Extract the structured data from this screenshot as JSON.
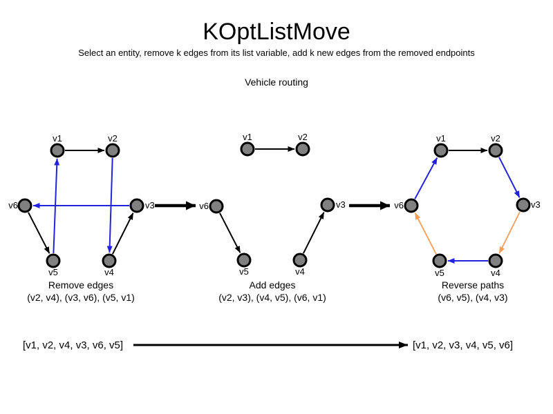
{
  "title": "KOptListMove",
  "subtitle": "Select an entity, remove k edges from its list variable, add k new edges from the removed endpoints",
  "problem_label": "Vehicle routing",
  "colors": {
    "node_fill": "#808080",
    "node_border": "#000000",
    "edge_kept": "#000000",
    "edge_changed_blue": "#2222dd",
    "edge_reversed_orange": "#f79e5a"
  },
  "graphs": [
    {
      "caption": "Remove edges",
      "edges_label": "(v2, v4), (v3, v6), (v5, v1)",
      "labels": [
        "v1",
        "v2",
        "v3",
        "v4",
        "v5",
        "v6"
      ],
      "edges": {
        "kept_black": [
          "v1-v2",
          "v6-v5",
          "v4-v3"
        ],
        "removed_blue": [
          "v2-v4",
          "v3-v6",
          "v5-v1"
        ]
      }
    },
    {
      "caption": "Add edges",
      "edges_label": "(v2, v3), (v4, v5), (v6, v1)",
      "labels": [
        "v1",
        "v2",
        "v3",
        "v4",
        "v5",
        "v6"
      ],
      "edges": {
        "kept_black": [
          "v1-v2",
          "v6-v5",
          "v4-v3"
        ]
      }
    },
    {
      "caption": "Reverse paths",
      "edges_label": "(v6, v5), (v4, v3)",
      "labels": [
        "v1",
        "v2",
        "v3",
        "v4",
        "v5",
        "v6"
      ],
      "edges": {
        "kept_black": [
          "v1-v2"
        ],
        "added_blue": [
          "v2-v3",
          "v4-v5",
          "v6-v1"
        ],
        "reversed_orange": [
          "v3-v4",
          "v5-v6"
        ]
      }
    }
  ],
  "result": {
    "list_before": "[v1, v2, v4, v3, v6, v5]",
    "list_after": "[v1, v2, v3, v4, v5, v6]"
  }
}
